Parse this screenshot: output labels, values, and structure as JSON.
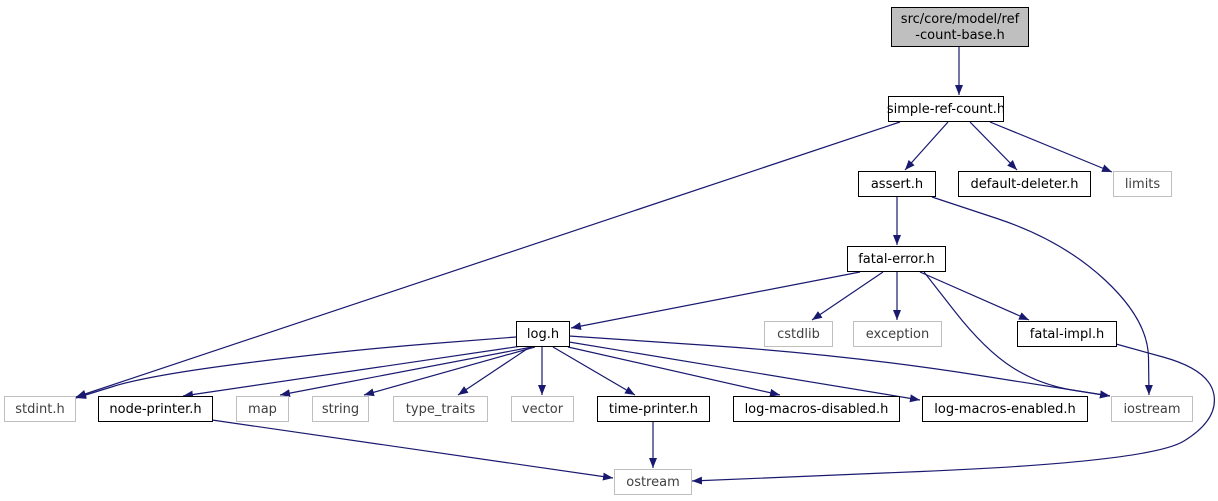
{
  "title": "src/core/model/ref-count-base.h",
  "colors": {
    "edge": "#191970",
    "root_fill": "#bfbfbf",
    "node_border": "#000000",
    "external_border": "#bfbfbf",
    "external_text": "#404040"
  },
  "nodes": [
    {
      "id": "root",
      "lines": [
        "src/core/model/ref",
        "-count-base.h"
      ],
      "kind": "root"
    },
    {
      "id": "simple-ref-count",
      "lines": [
        "simple-ref-count.h"
      ],
      "kind": "file"
    },
    {
      "id": "assert",
      "lines": [
        "assert.h"
      ],
      "kind": "file"
    },
    {
      "id": "default-deleter",
      "lines": [
        "default-deleter.h"
      ],
      "kind": "file"
    },
    {
      "id": "limits",
      "lines": [
        "limits"
      ],
      "kind": "external"
    },
    {
      "id": "fatal-error",
      "lines": [
        "fatal-error.h"
      ],
      "kind": "file"
    },
    {
      "id": "log",
      "lines": [
        "log.h"
      ],
      "kind": "file"
    },
    {
      "id": "cstdlib",
      "lines": [
        "cstdlib"
      ],
      "kind": "external"
    },
    {
      "id": "exception",
      "lines": [
        "exception"
      ],
      "kind": "external"
    },
    {
      "id": "fatal-impl",
      "lines": [
        "fatal-impl.h"
      ],
      "kind": "file"
    },
    {
      "id": "stdint",
      "lines": [
        "stdint.h"
      ],
      "kind": "external"
    },
    {
      "id": "node-printer",
      "lines": [
        "node-printer.h"
      ],
      "kind": "file"
    },
    {
      "id": "map",
      "lines": [
        "map"
      ],
      "kind": "external"
    },
    {
      "id": "string",
      "lines": [
        "string"
      ],
      "kind": "external"
    },
    {
      "id": "type_traits",
      "lines": [
        "type_traits"
      ],
      "kind": "external"
    },
    {
      "id": "vector",
      "lines": [
        "vector"
      ],
      "kind": "external"
    },
    {
      "id": "time-printer",
      "lines": [
        "time-printer.h"
      ],
      "kind": "file"
    },
    {
      "id": "log-macros-disabled",
      "lines": [
        "log-macros-disabled.h"
      ],
      "kind": "file"
    },
    {
      "id": "log-macros-enabled",
      "lines": [
        "log-macros-enabled.h"
      ],
      "kind": "file"
    },
    {
      "id": "iostream",
      "lines": [
        "iostream"
      ],
      "kind": "external"
    },
    {
      "id": "ostream",
      "lines": [
        "ostream"
      ],
      "kind": "external"
    }
  ],
  "edges": [
    {
      "from": "root",
      "to": "simple-ref-count"
    },
    {
      "from": "simple-ref-count",
      "to": "stdint"
    },
    {
      "from": "simple-ref-count",
      "to": "assert"
    },
    {
      "from": "simple-ref-count",
      "to": "default-deleter"
    },
    {
      "from": "simple-ref-count",
      "to": "limits"
    },
    {
      "from": "assert",
      "to": "fatal-error"
    },
    {
      "from": "assert",
      "to": "iostream"
    },
    {
      "from": "fatal-error",
      "to": "log"
    },
    {
      "from": "fatal-error",
      "to": "cstdlib"
    },
    {
      "from": "fatal-error",
      "to": "exception"
    },
    {
      "from": "fatal-error",
      "to": "fatal-impl"
    },
    {
      "from": "fatal-error",
      "to": "iostream"
    },
    {
      "from": "fatal-impl",
      "to": "ostream"
    },
    {
      "from": "log",
      "to": "stdint"
    },
    {
      "from": "log",
      "to": "node-printer"
    },
    {
      "from": "log",
      "to": "map"
    },
    {
      "from": "log",
      "to": "string"
    },
    {
      "from": "log",
      "to": "type_traits"
    },
    {
      "from": "log",
      "to": "vector"
    },
    {
      "from": "log",
      "to": "time-printer"
    },
    {
      "from": "log",
      "to": "log-macros-disabled"
    },
    {
      "from": "log",
      "to": "log-macros-enabled"
    },
    {
      "from": "log",
      "to": "iostream"
    },
    {
      "from": "node-printer",
      "to": "ostream"
    },
    {
      "from": "time-printer",
      "to": "ostream"
    }
  ]
}
